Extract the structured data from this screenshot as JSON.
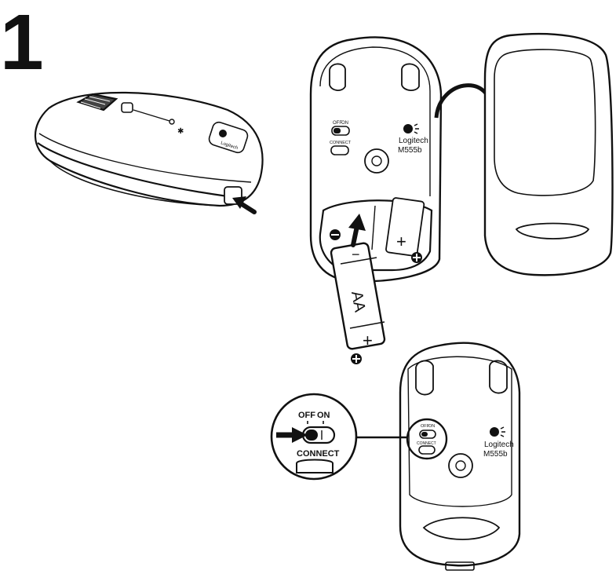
{
  "step_number": "1",
  "mouse_front": {
    "logo_text": "Logitech"
  },
  "mouse_bottom": {
    "switch_off": "OFF",
    "switch_on": "ON",
    "connect_label": "CONNECT",
    "brand": "Logitech",
    "model": "M555b"
  },
  "battery": {
    "type_label": "AA",
    "minus_sign": "−",
    "plus_sign": "+"
  },
  "battery_compartment": {
    "minus_sign": "−",
    "plus_sign": "+"
  },
  "zoom_callout": {
    "off_label": "OFF",
    "on_label": "ON",
    "connect_label": "CONNECT"
  },
  "mouse_bottom_assembled": {
    "switch_off": "OFF",
    "switch_on": "ON",
    "connect_label": "CONNECT",
    "brand": "Logitech",
    "model": "M555b"
  }
}
